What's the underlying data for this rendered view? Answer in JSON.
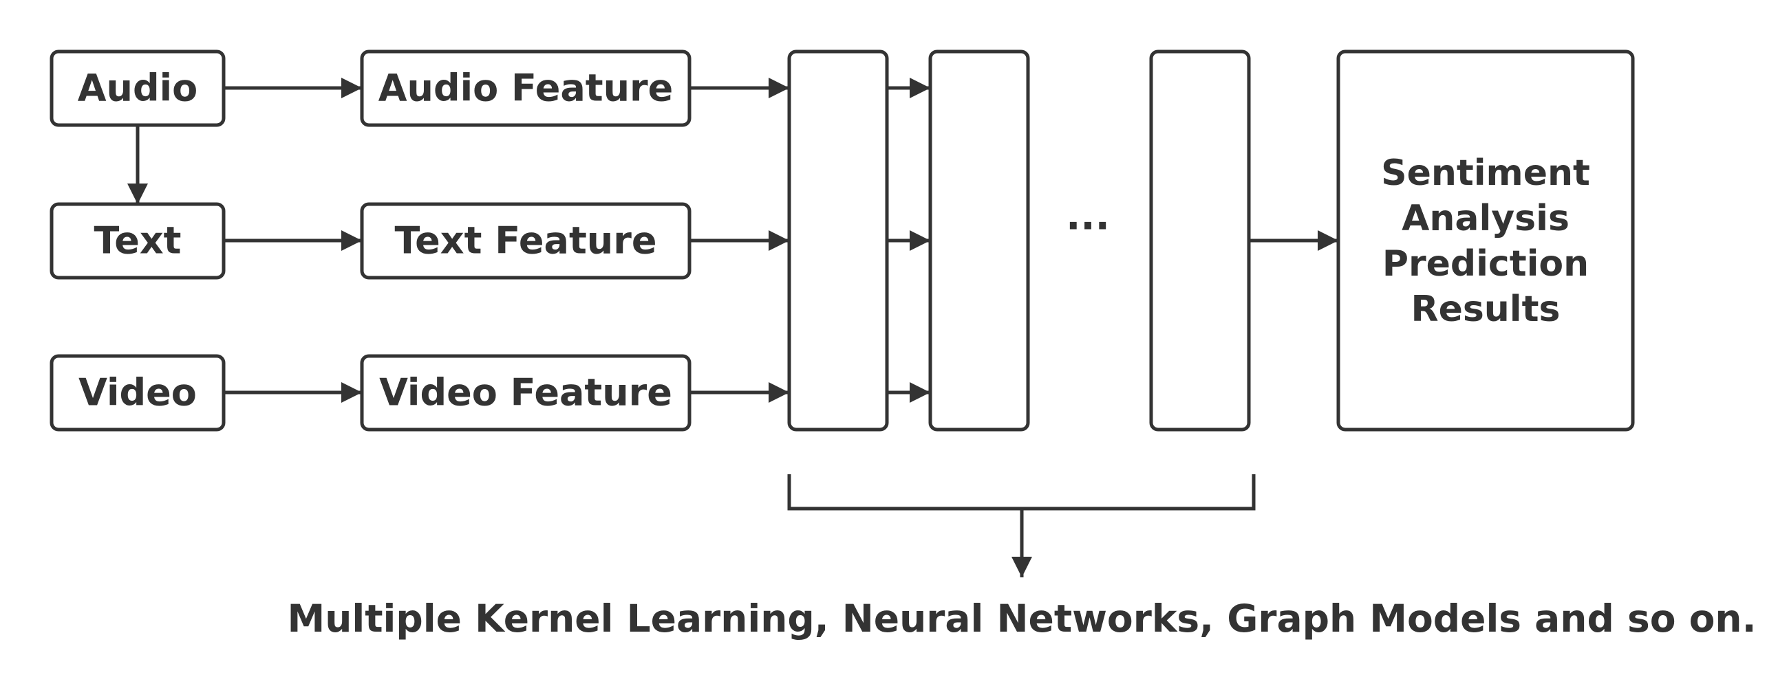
{
  "nodes": {
    "audio": "Audio",
    "text": "Text",
    "video": "Video",
    "audio_feature": "Audio Feature",
    "text_feature": "Text Feature",
    "video_feature": "Video Feature",
    "ellipsis": "...",
    "result": [
      "Sentiment",
      "Analysis",
      "Prediction",
      "Results"
    ]
  },
  "caption": "Multiple Kernel Learning, Neural Networks, Graph Models and so on.",
  "colors": {
    "stroke": "#333333",
    "fill": "#ffffff",
    "text": "#333333"
  }
}
